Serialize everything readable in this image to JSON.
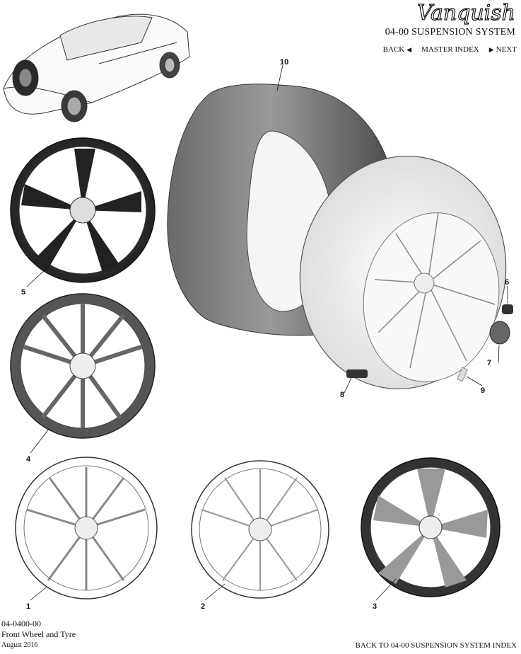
{
  "header": {
    "brand": "Vanquish",
    "section_title": "04-00 SUSPENSION SYSTEM",
    "nav": {
      "back": "BACK",
      "master_index": "MASTER INDEX",
      "next": "NEXT"
    }
  },
  "callouts": [
    "10",
    "5",
    "4",
    "1",
    "2",
    "3",
    "6",
    "7",
    "8",
    "9"
  ],
  "footer": {
    "part_number": "04-0400-00",
    "part_name": "Front Wheel and Tyre",
    "date": "August 2016",
    "back_to_index": "BACK TO 04-00 SUSPENSION SYSTEM INDEX"
  }
}
